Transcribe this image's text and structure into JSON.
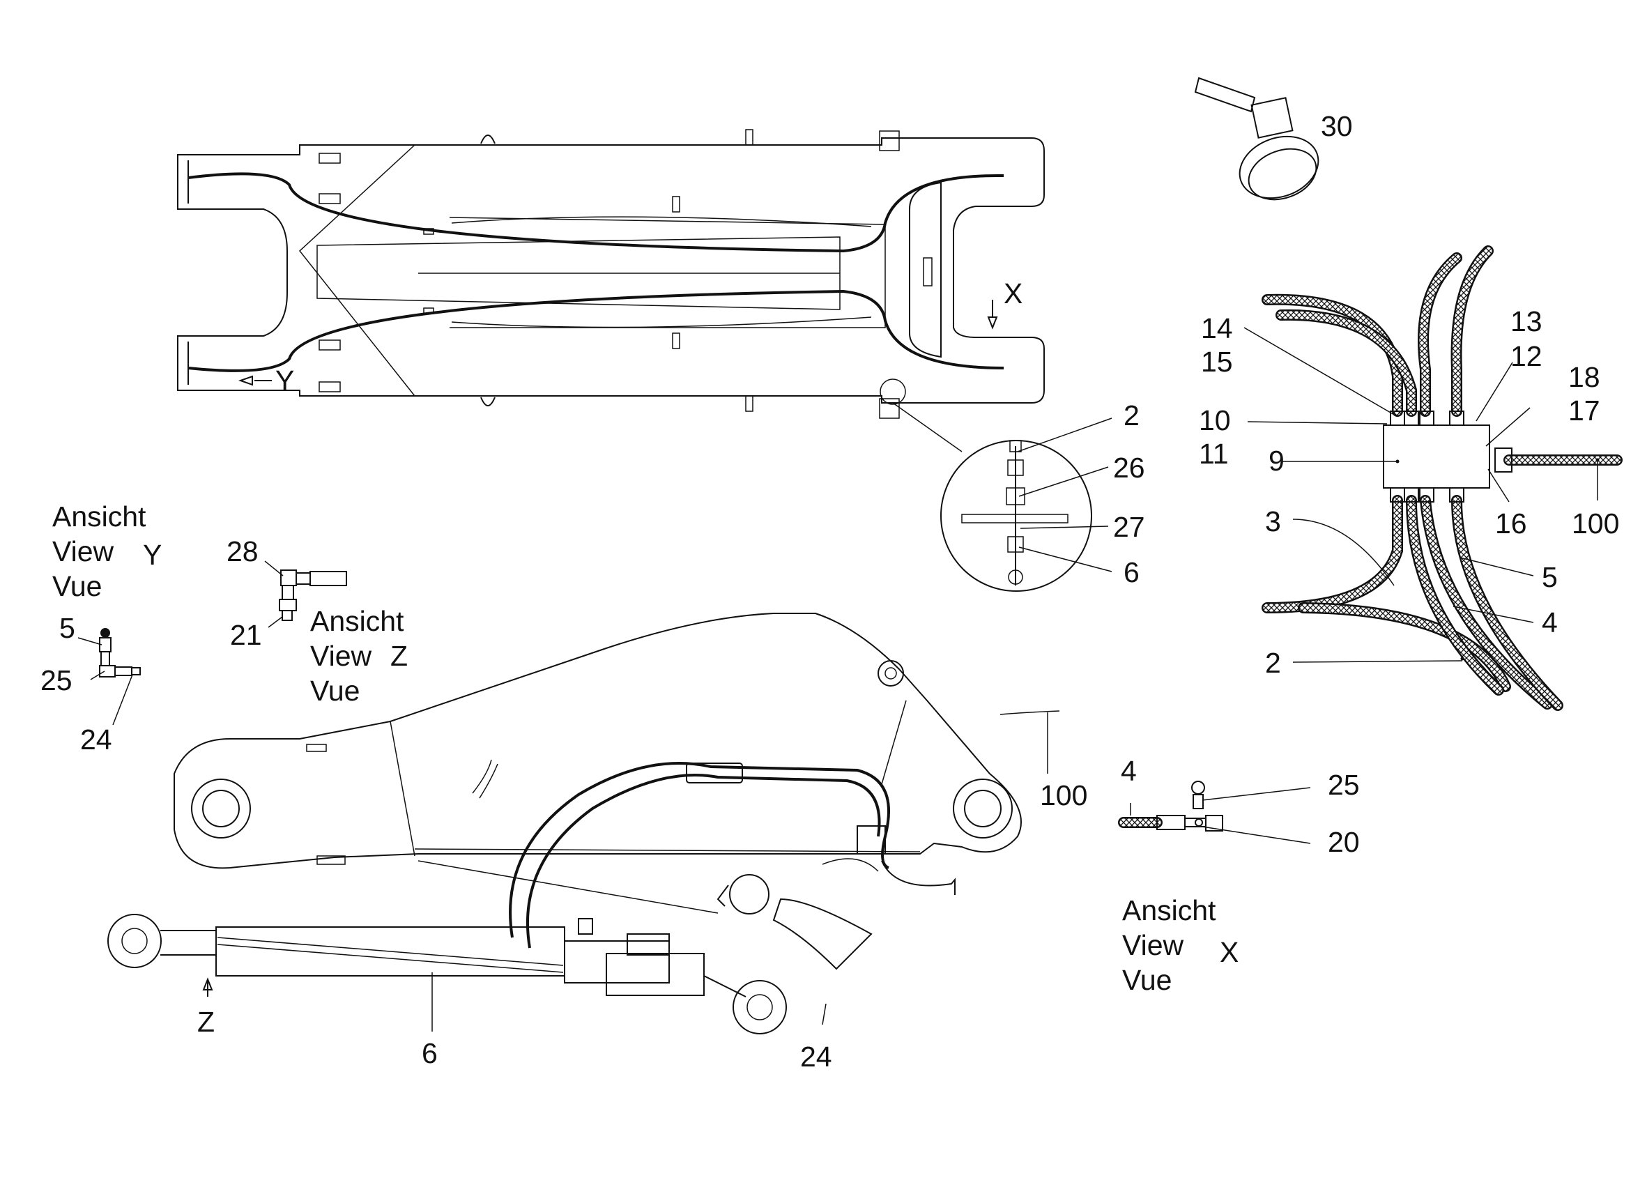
{
  "callouts": {
    "c30": "30",
    "c2_detail": "2",
    "c26": "26",
    "c27": "27",
    "c6_detail": "6",
    "c14": "14",
    "c15": "15",
    "c13": "13",
    "c12": "12",
    "c18": "18",
    "c17": "17",
    "c10": "10",
    "c11": "11",
    "c9": "9",
    "c16": "16",
    "c100_right": "100",
    "c3": "3",
    "c5_right": "5",
    "c4_right": "4",
    "c2_right": "2",
    "c28": "28",
    "c21": "21",
    "c5_left": "5",
    "c25_left": "25",
    "c24_left": "24",
    "c100_boom": "100",
    "c4_viewx": "4",
    "c25_viewx": "25",
    "c20": "20",
    "c6_bottom": "6",
    "c24_bottom": "24"
  },
  "view_markers": {
    "x_arrow": "X",
    "y_arrow": "Y",
    "z_arrow": "Z"
  },
  "view_labels": {
    "y": {
      "line1": "Ansicht",
      "line2": "View",
      "line3": "Vue",
      "letter": "Y"
    },
    "z": {
      "line1": "Ansicht",
      "line2": "View",
      "line3": "Vue",
      "letter": "Z"
    },
    "x": {
      "line1": "Ansicht",
      "line2": "View",
      "line3": "Vue",
      "letter": "X"
    }
  },
  "colors": {
    "ink": "#111111",
    "paper": "#ffffff"
  }
}
